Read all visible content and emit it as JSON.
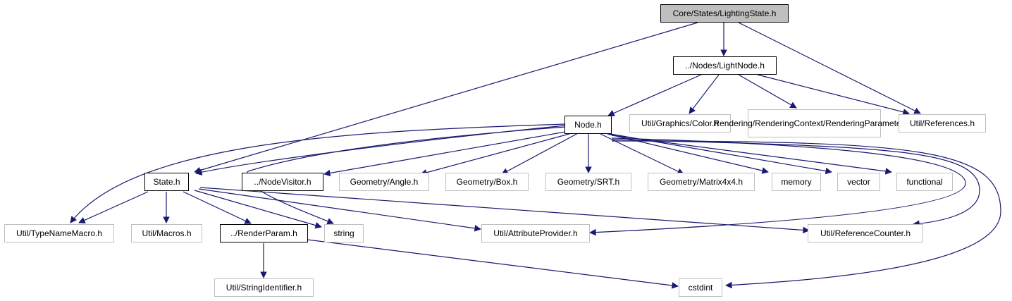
{
  "nodes": {
    "root": "Core/States/LightingState.h",
    "lightnode": "../Nodes/LightNode.h",
    "node": "Node.h",
    "color": "Util/Graphics/Color.h",
    "renderctx_line1": "Rendering/RenderingContext",
    "renderctx_line2": "/RenderingParameters.h",
    "references": "Util/References.h",
    "state": "State.h",
    "nodevisitor": "../NodeVisitor.h",
    "angle": "Geometry/Angle.h",
    "box": "Geometry/Box.h",
    "srt": "Geometry/SRT.h",
    "matrix": "Geometry/Matrix4x4.h",
    "memory": "memory",
    "vector": "vector",
    "functional": "functional",
    "typenamemacro": "Util/TypeNameMacro.h",
    "macros": "Util/Macros.h",
    "renderparam": "../RenderParam.h",
    "string": "string",
    "attributeprovider": "Util/AttributeProvider.h",
    "referencecounter": "Util/ReferenceCounter.h",
    "stringidentifier": "Util/StringIdentifier.h",
    "cstdint": "cstdint"
  },
  "colors": {
    "edge": "#191970",
    "internal_border": "#000000",
    "external_border": "#bfbfbf",
    "root_fill": "#bfbfbf"
  }
}
